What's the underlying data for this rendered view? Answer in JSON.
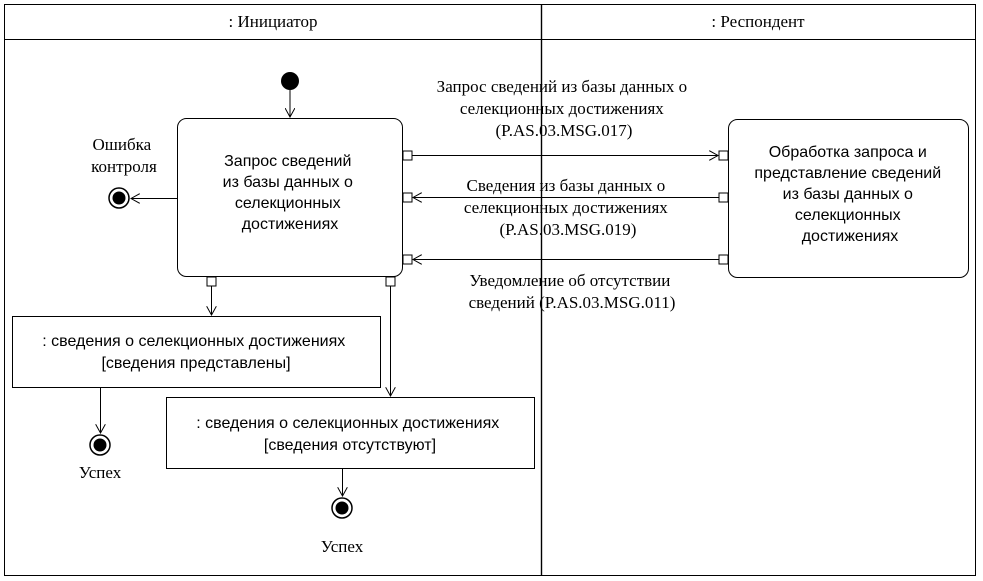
{
  "swimlanes": {
    "initiator": ": Инициатор",
    "respondent": ": Респондент"
  },
  "actions": {
    "request": [
      "Запрос сведений",
      "из базы данных о",
      "селекционных",
      "достижениях"
    ],
    "processing": [
      "Обработка запроса и",
      "представление сведений",
      "из базы данных о",
      "селекционных",
      "достижениях"
    ]
  },
  "objects": {
    "present": [
      ": сведения о селекционных достижениях",
      "[сведения представлены]"
    ],
    "absent": [
      ": сведения о селекционных достижениях",
      "[сведения отсутствуют]"
    ]
  },
  "messages": {
    "request": [
      "Запрос сведений из базы данных о",
      "селекционных достижениях",
      "(P.AS.03.MSG.017)"
    ],
    "response": [
      "Сведения из базы данных о",
      "селекционных достижениях",
      "(P.AS.03.MSG.019)"
    ],
    "absence": [
      "Уведомление об отсутствии",
      "сведений (P.AS.03.MSG.011)"
    ]
  },
  "finals": {
    "error": [
      "Ошибка",
      "контроля"
    ],
    "success1": "Успех",
    "success2": "Успех"
  }
}
